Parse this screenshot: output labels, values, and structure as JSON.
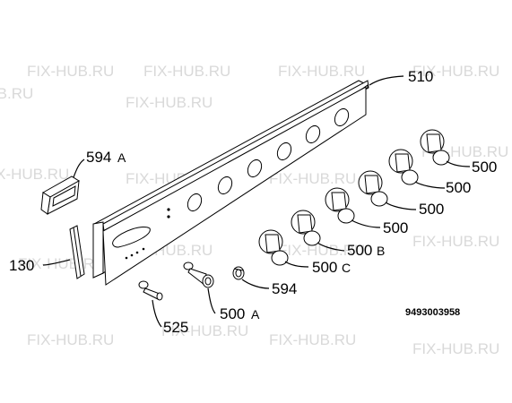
{
  "watermark": "FIX-HUB.RU",
  "document_number": "9493003958",
  "callouts": {
    "panel": "510",
    "bracket_num": "594",
    "bracket_suffix": "A",
    "strip": "130",
    "screw": "525",
    "shaft_num": "500",
    "shaft_suffix": "A",
    "spring": "594",
    "knob_c_num": "500",
    "knob_c_suffix": "C",
    "knob_b_num": "500",
    "knob_b_suffix": "B",
    "knob_4": "500",
    "knob_5": "500",
    "knob_6": "500",
    "knob_7": "500"
  }
}
